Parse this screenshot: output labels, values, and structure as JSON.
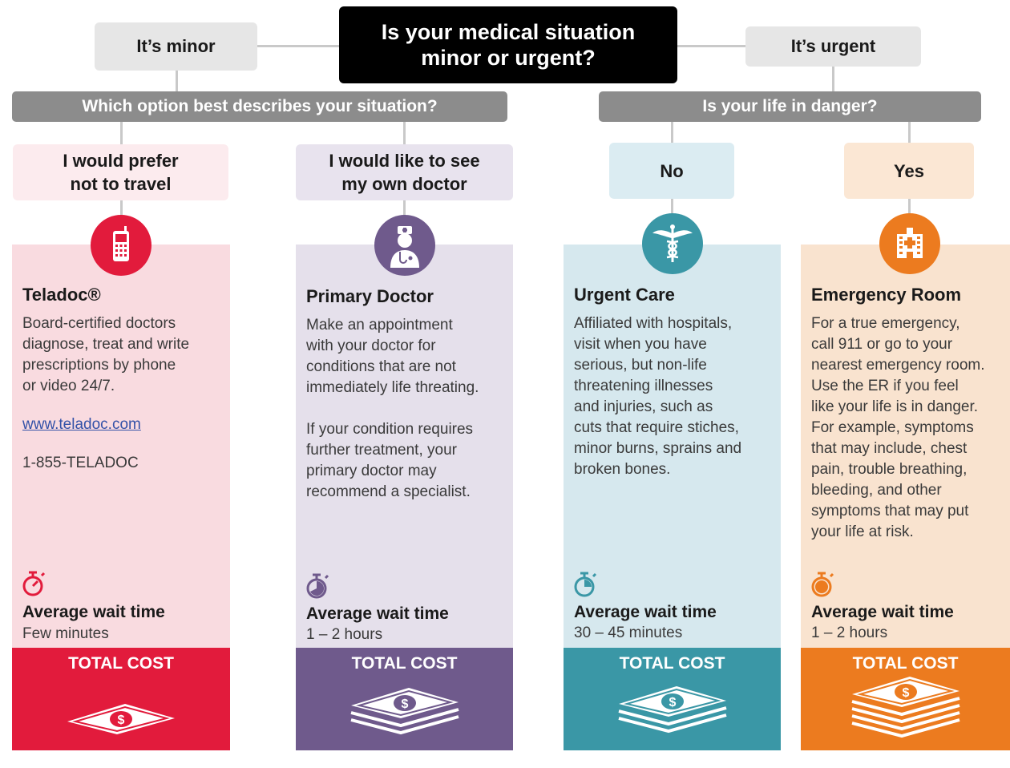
{
  "title": "Is your medical situation\nminor or urgent?",
  "branches": {
    "minor": {
      "label": "It’s minor",
      "question": "Which option best describes your situation?"
    },
    "urgent": {
      "label": "It’s urgent",
      "question": "Is your life in danger?"
    }
  },
  "choices": [
    {
      "label": "I would prefer\nnot to travel"
    },
    {
      "label": "I would like to see\nmy own doctor"
    },
    {
      "label": "No"
    },
    {
      "label": "Yes"
    }
  ],
  "options": [
    {
      "title": "Teladoc®",
      "icon": "mobile-phone-icon",
      "color": "#e21b3c",
      "bg": "#f9dbe0",
      "choice_bg": "#fcebee",
      "description": "Board-certified doctors\ndiagnose, treat and write\nprescriptions by phone\nor video 24/7.",
      "link": "www.teladoc.com",
      "phone": "1-855-TELADOC",
      "wait_label": "Average wait time",
      "wait_value": "Few minutes",
      "cost_label": "TOTAL COST",
      "cost_level": 1
    },
    {
      "title": "Primary Doctor",
      "icon": "doctor-icon",
      "color": "#6f5a8c",
      "bg": "#e5e0eb",
      "choice_bg": "#e8e3ee",
      "description": "Make an appointment\nwith your doctor for\nconditions that are not\nimmediately life threating.\n\nIf your condition requires\nfurther treatment, your\nprimary doctor may\nrecommend a specialist.",
      "wait_label": "Average wait time",
      "wait_value": "1 – 2 hours",
      "cost_label": "TOTAL COST",
      "cost_level": 3
    },
    {
      "title": "Urgent Care",
      "icon": "caduceus-icon",
      "color": "#3a97a6",
      "bg": "#d6e8ee",
      "choice_bg": "#dbecf2",
      "description": "Affiliated with hospitals,\nvisit when you have\nserious, but non-life\nthreatening illnesses\nand injuries, such as\ncuts that require stiches,\nminor burns, sprains and\nbroken bones.",
      "wait_label": "Average wait time",
      "wait_value": "30 – 45 minutes",
      "cost_label": "TOTAL COST",
      "cost_level": 3
    },
    {
      "title": "Emergency Room",
      "icon": "hospital-icon",
      "color": "#ec7b1f",
      "bg": "#f9e3cf",
      "choice_bg": "#fbe7d4",
      "description": "For a true emergency,\ncall 911 or go to your\nnearest emergency room.\nUse the ER if you feel\nlike your life is in danger.\nFor example, symptoms\nthat may include, chest\npain, trouble breathing,\nbleeding, and other\nsymptoms that may put\nyour life at risk.",
      "wait_label": "Average wait time",
      "wait_value": "1 – 2 hours",
      "cost_label": "TOTAL COST",
      "cost_level": 5
    }
  ]
}
